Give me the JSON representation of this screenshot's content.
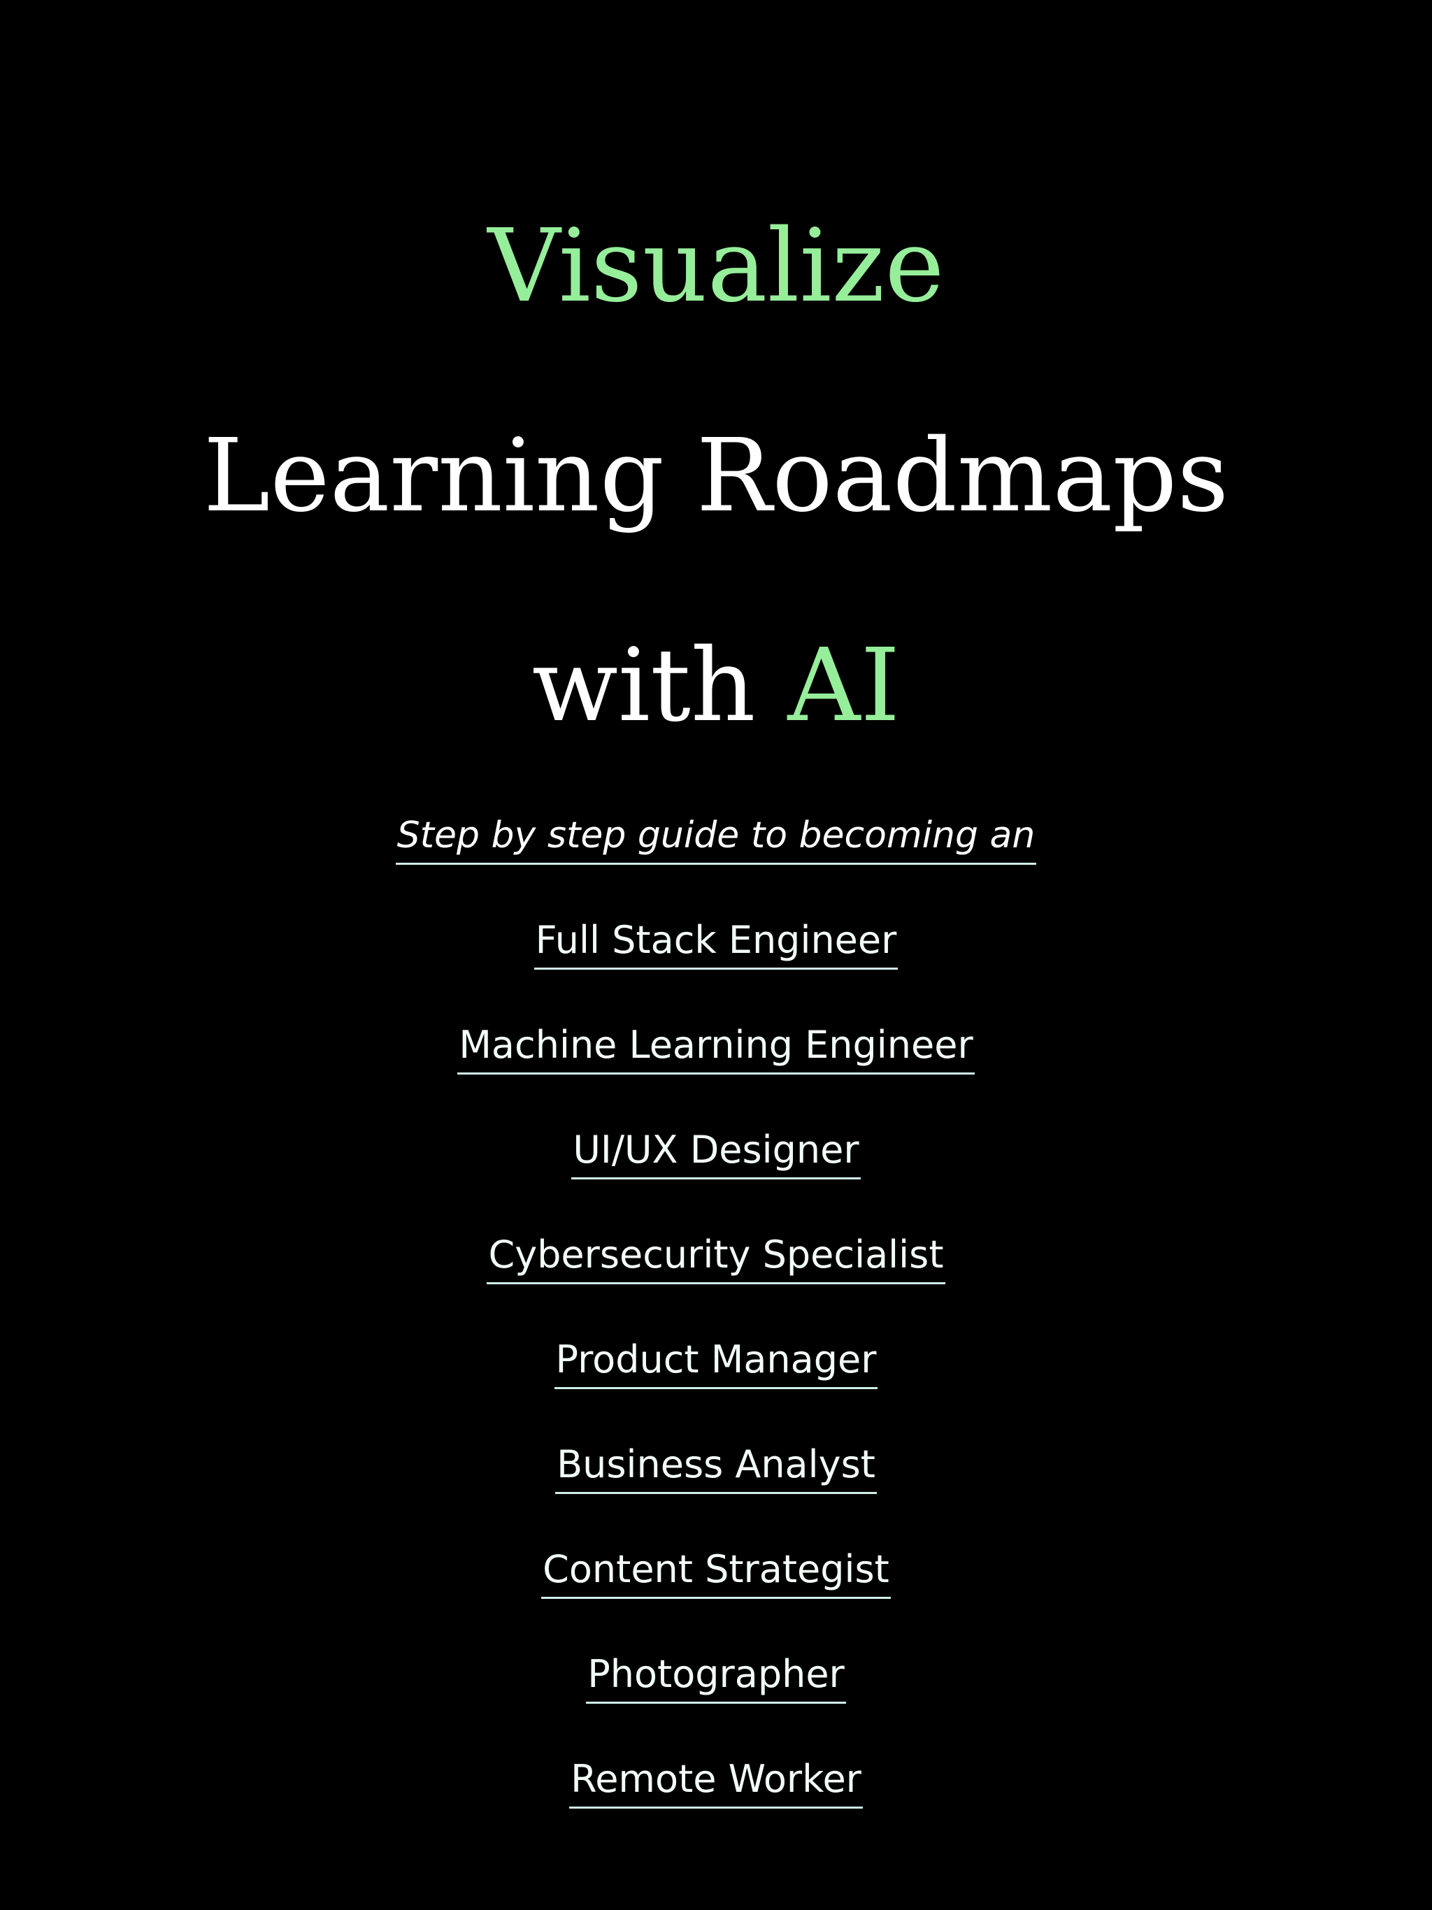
{
  "headline": {
    "line1": "Visualize",
    "line2": "Learning Roadmaps",
    "line3_prefix": "with ",
    "line3_accent": "AI"
  },
  "tagline": "Step by step guide to becoming an",
  "roles": [
    "Full Stack Engineer",
    "Machine Learning Engineer",
    "UI/UX Designer",
    "Cybersecurity Specialist",
    "Product Manager",
    "Business Analyst",
    "Content Strategist",
    "Photographer",
    "Remote Worker"
  ],
  "colors": {
    "background": "#000000",
    "text": "#ffffff",
    "accent": "#96ee9a",
    "underline": "#cfeee8"
  }
}
